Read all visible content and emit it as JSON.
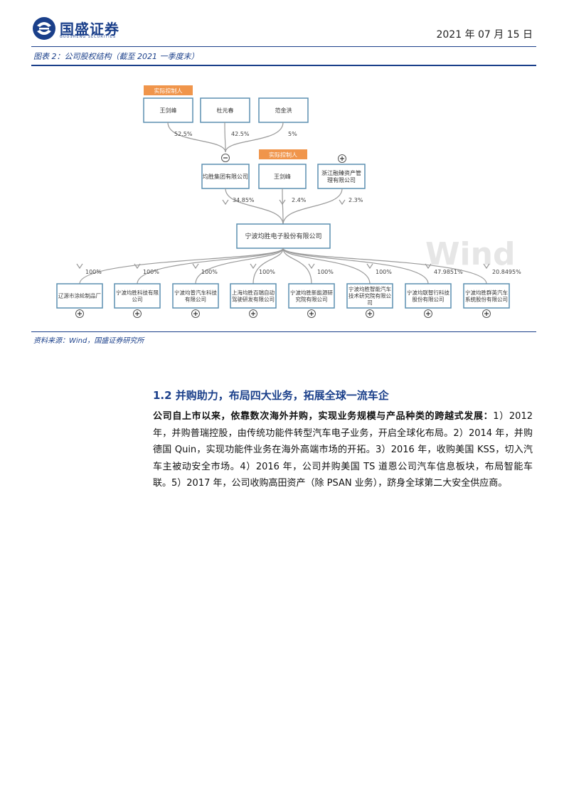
{
  "header": {
    "brand": "国盛证券",
    "brand_sub": "GUOSHENG SECURITIES",
    "date": "2021 年 07 月 15 日"
  },
  "figure": {
    "title": "图表 2：公司股权结构（截至 2021 一季度末）",
    "source": "资料来源：Wind，国盛证券研究所",
    "watermark": "Wind",
    "controller_tag": "实际控制人",
    "top_holders": [
      {
        "name": "王剑峰",
        "pct": "52.5%"
      },
      {
        "name": "杜元春",
        "pct": "42.5%"
      },
      {
        "name": "范金洪",
        "pct": "5%"
      }
    ],
    "mid_holders": [
      {
        "name": "均胜集团有限公司",
        "pct": "34.85%"
      },
      {
        "name": "王剑峰",
        "pct": "2.4%"
      },
      {
        "name": "浙江融臻资产管理有限公司",
        "pct": "2.3%"
      }
    ],
    "company": "宁波均胜电子股份有限公司",
    "subsidiaries": [
      {
        "name": "辽源市涂纶制品厂",
        "pct": "100%"
      },
      {
        "name": "宁波均胜科技有限公司",
        "pct": "100%"
      },
      {
        "name": "宁波均普汽车科技有限公司",
        "pct": "100%"
      },
      {
        "name": "上海均胜百瑞自动驾驶研发有限公司",
        "pct": "100%"
      },
      {
        "name": "宁波均胜新能源研究院有限公司",
        "pct": "100%"
      },
      {
        "name": "宁波均胜智能汽车技术研究院有限公司",
        "pct": "100%"
      },
      {
        "name": "宁波均联智行科技股份有限公司",
        "pct": "47.9851%"
      },
      {
        "name": "宁波均胜群英汽车系统股份有限公司",
        "pct": "20.8495%"
      }
    ],
    "colors": {
      "box_border": "#5b8fb0",
      "tag": "#f0954b",
      "line": "#9a9a9a"
    }
  },
  "section": {
    "title": "1.2 并购助力，布局四大业务，拓展全球一流车企",
    "lead": "公司自上市以来，依靠数次海外并购，实现业务规模与产品种类的跨越式发展：",
    "body": "1）2012 年，并购普瑞控股，由传统功能件转型汽车电子业务，开启全球化布局。2）2014 年，并购德国 Quin，实现功能件业务在海外高端市场的开拓。3）2016 年，收购美国 KSS，切入汽车主被动安全市场。4）2016 年，公司并购美国 TS 道恩公司汽车信息板块，布局智能车联。5）2017 年，公司收购高田资产（除 PSAN 业务），跻身全球第二大安全供应商。"
  }
}
